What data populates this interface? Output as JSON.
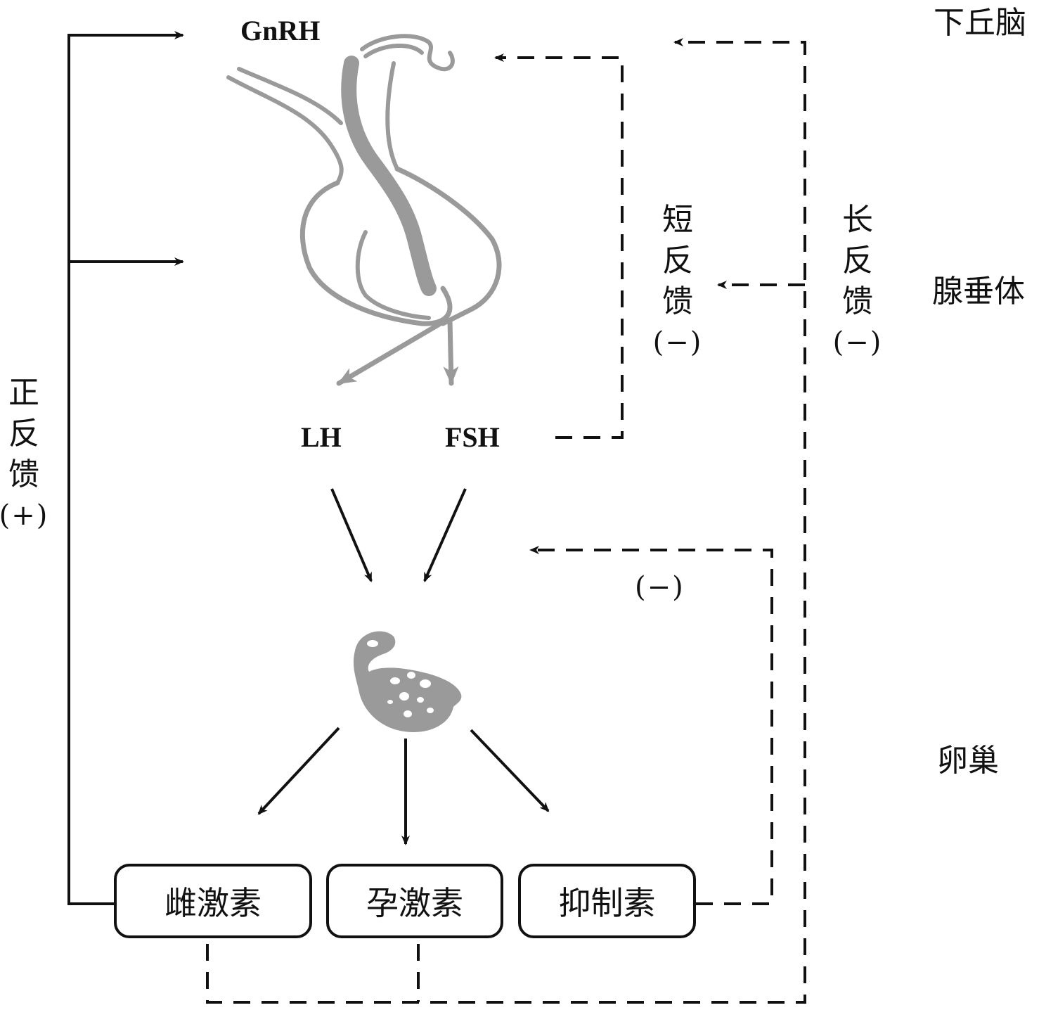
{
  "levels": {
    "hypothalamus": "下丘脑",
    "pituitary": "腺垂体",
    "ovary": "卵巢"
  },
  "hormones": {
    "gnrh": "GnRH",
    "lh": "LH",
    "fsh": "FSH"
  },
  "feedback": {
    "positive": [
      "正",
      "反",
      "馈",
      "(+)"
    ],
    "short": [
      "短",
      "反",
      "馈",
      "(−)"
    ],
    "long": [
      "长",
      "反",
      "馈",
      "(−)"
    ],
    "inhibin_neg": "(−)"
  },
  "boxes": {
    "estrogen": "雌激素",
    "progesterone": "孕激素",
    "inhibin": "抑制素"
  },
  "colors": {
    "line": "#111111",
    "organ": "#9a9a9a"
  }
}
